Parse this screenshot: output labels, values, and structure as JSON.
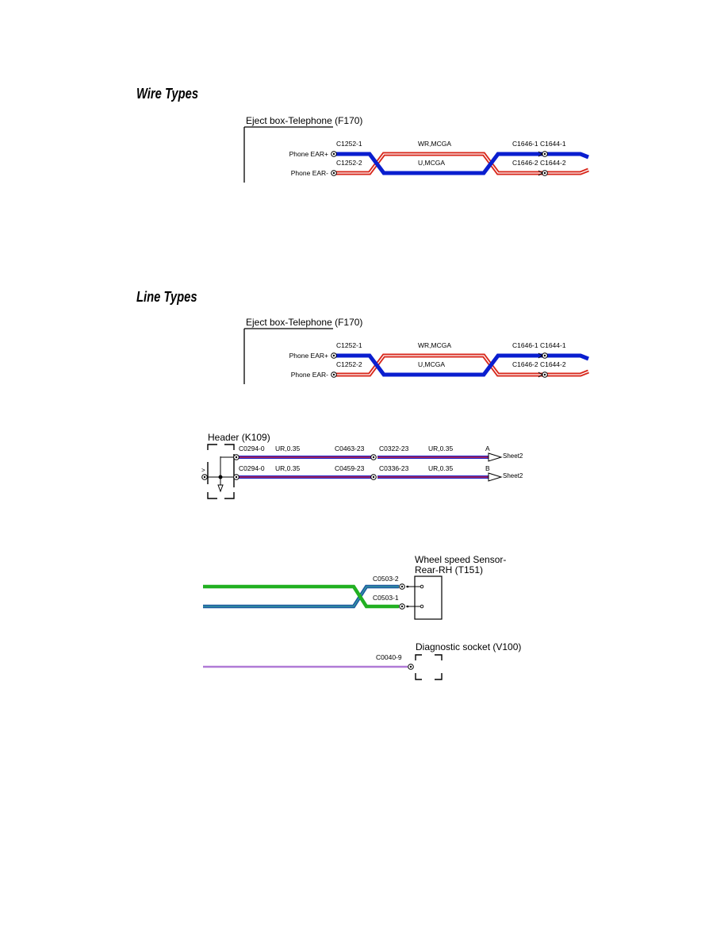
{
  "headings": {
    "wire_types": "Wire Types",
    "line_types": "Line Types"
  },
  "phone_diagram": {
    "box_title": "Eject box-Telephone (F170)",
    "pin_plus": "Phone EAR+",
    "pin_minus": "Phone EAR-",
    "conn_a_top": "C1252-1",
    "conn_a_bottom": "C1252-2",
    "wire_top": "WR,MCGA",
    "wire_bottom": "U,MCGA",
    "conn_b_top": "C1646-1 C1644-1",
    "conn_b_bottom": "C1646-2 C1644-2",
    "colors": {
      "blue": "#0a1ecf",
      "red": "#d8281c"
    }
  },
  "header_diagram": {
    "title": "Header (K109)",
    "row1": {
      "conn_start": "C0294-0",
      "wire_left": "UR,0.35",
      "conn_mid1": "C0463-23",
      "conn_mid2": "C0322-23",
      "wire_right": "UR,0.35",
      "letter": "A",
      "sheet": "Sheet2"
    },
    "row2": {
      "conn_start": "C0294-0",
      "wire_left": "UR,0.35",
      "conn_mid1": "C0459-23",
      "conn_mid2": "C0336-23",
      "wire_right": "UR,0.35",
      "letter": "B",
      "sheet": "Sheet2"
    },
    "colors": {
      "blue": "#1f1fc8",
      "red": "#c8283c"
    }
  },
  "wheel_diagram": {
    "title_line1": "Wheel speed Sensor-",
    "title_line2": "Rear-RH (T151)",
    "conn_top": "C0503-2",
    "conn_bottom": "C0503-1",
    "colors": {
      "green": "#22b022",
      "blue": "#1e5aa0"
    }
  },
  "diag_socket": {
    "title": "Diagnostic socket (V100)",
    "conn": "C0040-9",
    "colors": {
      "violet": "#b07ad6"
    }
  }
}
